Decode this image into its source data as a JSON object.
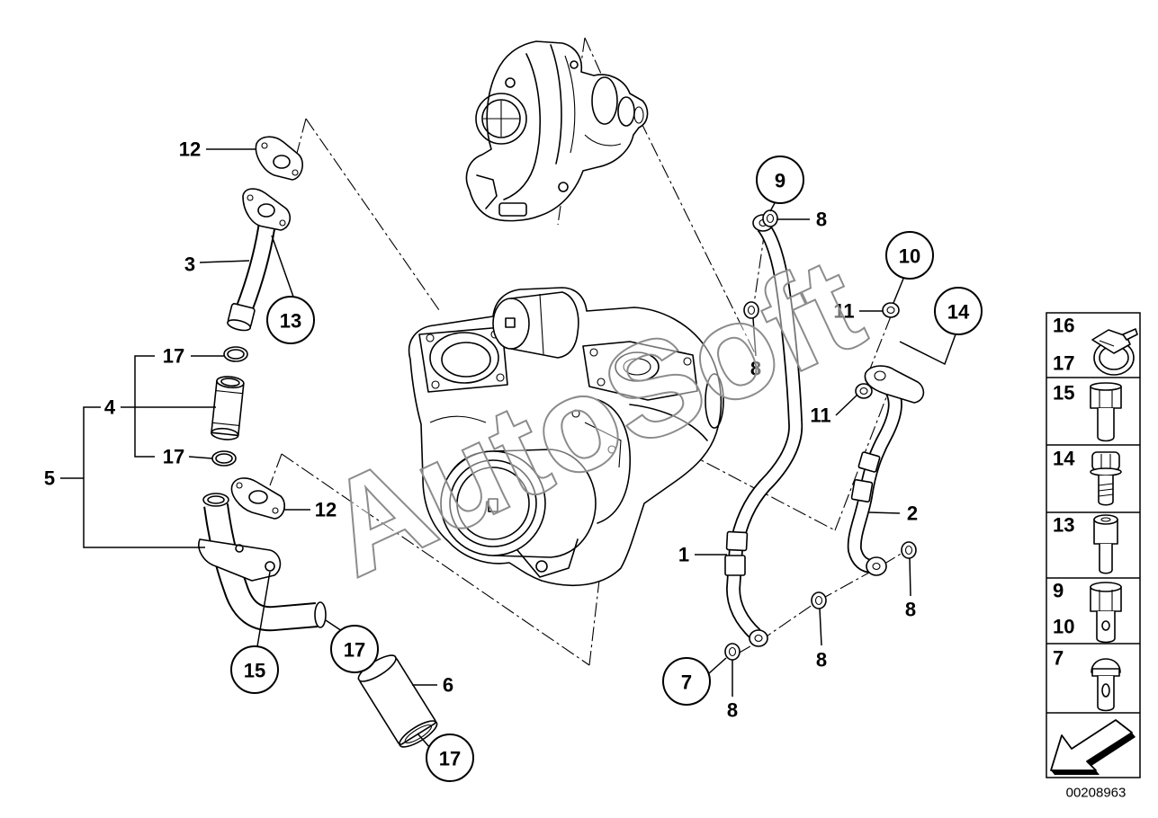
{
  "watermark": "AutoSoft",
  "diagram_id": "00208963",
  "colors": {
    "line": "#000000",
    "watermark": "#8c8c8c",
    "background": "#ffffff"
  },
  "callouts": [
    {
      "label": "12",
      "circled": false
    },
    {
      "label": "3",
      "circled": false
    },
    {
      "label": "13",
      "circled": true
    },
    {
      "label": "17",
      "circled": false
    },
    {
      "label": "4",
      "circled": false
    },
    {
      "label": "17",
      "circled": false
    },
    {
      "label": "5",
      "circled": false
    },
    {
      "label": "12",
      "circled": false
    },
    {
      "label": "15",
      "circled": true
    },
    {
      "label": "17",
      "circled": true
    },
    {
      "label": "6",
      "circled": false
    },
    {
      "label": "17",
      "circled": true
    },
    {
      "label": "9",
      "circled": true
    },
    {
      "label": "8",
      "circled": false
    },
    {
      "label": "8",
      "circled": false
    },
    {
      "label": "10",
      "circled": true
    },
    {
      "label": "11",
      "circled": false
    },
    {
      "label": "14",
      "circled": true
    },
    {
      "label": "11",
      "circled": false
    },
    {
      "label": "2",
      "circled": false
    },
    {
      "label": "1",
      "circled": false
    },
    {
      "label": "8",
      "circled": false
    },
    {
      "label": "8",
      "circled": false
    },
    {
      "label": "7",
      "circled": true
    },
    {
      "label": "8",
      "circled": false
    }
  ],
  "legend": [
    {
      "numbers": [
        "16",
        "17"
      ],
      "icon": "hose-clamp-icon"
    },
    {
      "numbers": [
        "15"
      ],
      "icon": "hex-bolt-icon"
    },
    {
      "numbers": [
        "14"
      ],
      "icon": "flange-bolt-icon"
    },
    {
      "numbers": [
        "13"
      ],
      "icon": "socket-head-screw-icon"
    },
    {
      "numbers": [
        "9",
        "10"
      ],
      "icon": "hollow-bolt-icon"
    },
    {
      "numbers": [
        "7"
      ],
      "icon": "banjo-bolt-icon"
    },
    {
      "numbers": [],
      "icon": "direction-arrow-icon"
    }
  ]
}
